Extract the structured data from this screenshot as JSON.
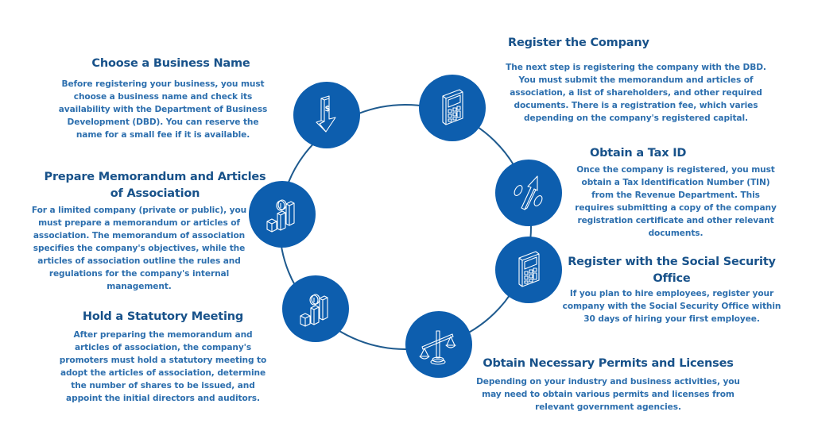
{
  "colors": {
    "node_fill": "#0d5eae",
    "ring_stroke": "#1e5a8e",
    "title_text": "#18528a",
    "body_text": "#2d6fae",
    "icon_stroke": "#ffffff"
  },
  "steps": [
    {
      "id": "choose-business-name",
      "icon": "dollar-down-arrow-icon",
      "title_lines": [
        "Choose a Business Name"
      ],
      "body_lines": [
        "Before registering your business, you must",
        "choose a business name and check its",
        "availability with the Department of Business",
        "Development (DBD). You can reserve the",
        "name for a small fee if it is available."
      ]
    },
    {
      "id": "register-company",
      "icon": "calculator-icon",
      "title_lines": [
        "Register the Company"
      ],
      "body_lines": [
        "The next step is registering the company with the DBD.",
        "You must submit the memorandum and articles of",
        "association, a list of shareholders, and other required",
        "documents. There is a registration fee, which varies",
        "depending on the company's registered capital."
      ]
    },
    {
      "id": "obtain-tax-id",
      "icon": "percent-up-arrow-icon",
      "title_lines": [
        "Obtain a Tax ID"
      ],
      "body_lines": [
        "Once the company is registered, you must",
        "obtain a Tax Identification Number (TIN)",
        "from the Revenue Department. This",
        "requires submitting a copy of the company",
        "registration certificate and other relevant",
        "documents."
      ]
    },
    {
      "id": "register-social-security",
      "icon": "calculator-icon",
      "title_lines": [
        "Register with the Social Security",
        "Office"
      ],
      "body_lines": [
        "If you plan to hire employees, register your",
        "company with the Social Security Office within",
        "30 days of hiring your first employee."
      ]
    },
    {
      "id": "obtain-permits-licenses",
      "icon": "scales-icon",
      "title_lines": [
        "Obtain Necessary Permits and Licenses"
      ],
      "body_lines": [
        "Depending on your industry and business activities, you",
        "may need to obtain various permits and licenses from",
        "relevant government agencies."
      ]
    },
    {
      "id": "hold-statutory-meeting",
      "icon": "bar-chart-coin-icon",
      "title_lines": [
        "Hold a Statutory Meeting"
      ],
      "body_lines": [
        "After preparing the memorandum and",
        "articles of association, the company's",
        "promoters must hold a statutory meeting to",
        "adopt the articles of association, determine",
        "the number of shares to be issued, and",
        "appoint the initial directors and auditors."
      ]
    },
    {
      "id": "prepare-memorandum",
      "icon": "bar-chart-coin-icon",
      "title_lines": [
        "Prepare Memorandum and Articles",
        "of Association"
      ],
      "body_lines": [
        "For a limited company (private or public), you",
        "must prepare a memorandum or articles of",
        "association. The memorandum of association",
        "specifies the company's objectives, while the",
        "articles of association outline the rules and",
        "regulations for the company's internal",
        "management."
      ]
    }
  ]
}
